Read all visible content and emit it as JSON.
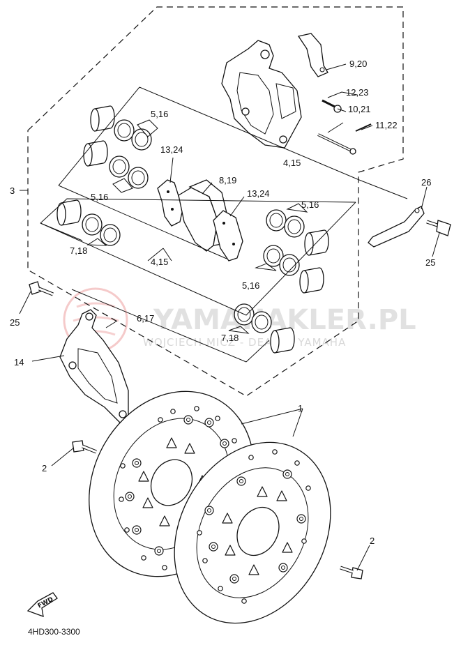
{
  "labels": {
    "l_1": "1",
    "l_2a": "2",
    "l_2b": "2",
    "l_3": "3",
    "l_4_15a": "4,15",
    "l_4_15b": "4,15",
    "l_5_16a": "5,16",
    "l_5_16b": "5,16",
    "l_5_16c": "5,16",
    "l_5_16d": "5,16",
    "l_6_17": "6,17",
    "l_7_18a": "7,18",
    "l_7_18b": "7,18",
    "l_8_19": "8,19",
    "l_9_20": "9,20",
    "l_10_21": "10,21",
    "l_11_22": "11,22",
    "l_12_23": "12,23",
    "l_13_24a": "13,24",
    "l_13_24b": "13,24",
    "l_14": "14",
    "l_25a": "25",
    "l_25b": "25",
    "l_26": "26"
  },
  "diagram_code": "4HD300-3300",
  "watermark": {
    "title": "YAMAHAKLER.PL",
    "subtitle": "WOJCIECH MICZ - DEALER YAMAHA"
  },
  "direction_badge": "FWD",
  "colors": {
    "ink": "#111111",
    "watermark": "#c8c8c8",
    "watermark_logo": "#e88a8a"
  }
}
